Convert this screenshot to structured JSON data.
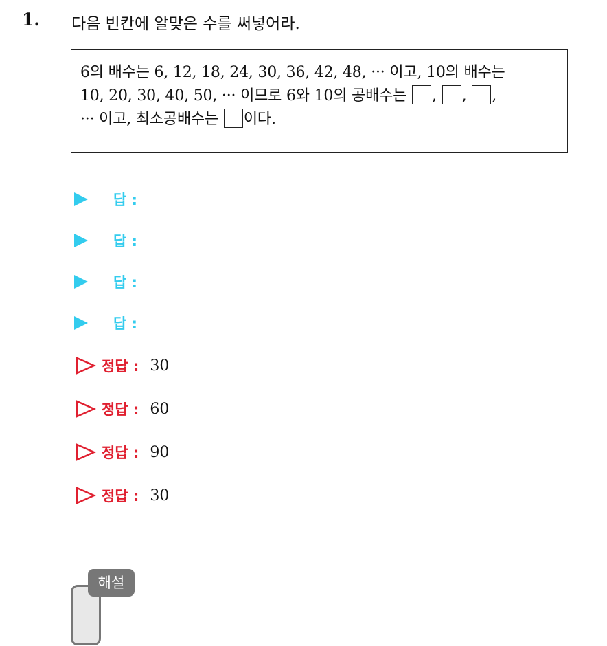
{
  "question": {
    "number": "1.",
    "text": "다음 빈칸에 알맞은 수를 써넣어라."
  },
  "problem_box": {
    "line1": "6의 배수는 6, 12, 18, 24, 30, 36, 42, 48, ··· 이고, 10의 배수는",
    "line2_prefix": "10, 20, 30, 40, 50, ··· 이므로 6와 10의 공배수는",
    "separator": ",",
    "line3_prefix": "··· 이고, 최소공배수는",
    "line3_suffix": "이다."
  },
  "answer_label": "답 :",
  "answers": [
    "",
    "",
    "",
    ""
  ],
  "correct_label": "정답 :",
  "correct_answers": [
    "30",
    "60",
    "90",
    "30"
  ],
  "solution_tab": "해설",
  "colors": {
    "answer_accent": "#33ccee",
    "correct_accent": "#e02030",
    "tab_gray": "#777777"
  },
  "icons": {
    "answer_marker": "filled-right-triangle",
    "correct_marker": "outline-right-triangle"
  }
}
